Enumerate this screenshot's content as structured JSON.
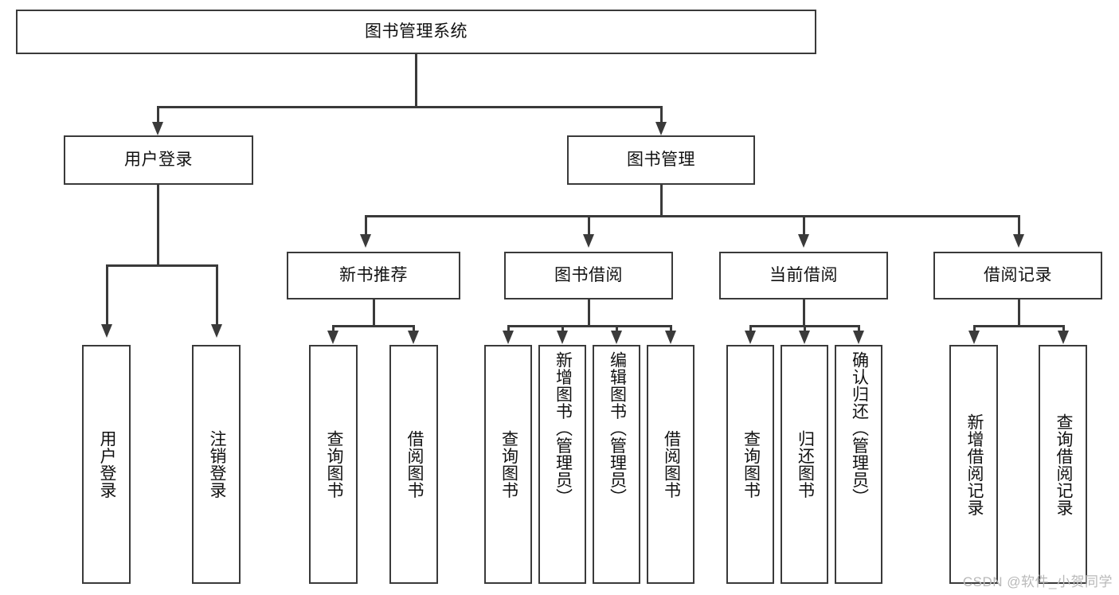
{
  "diagram": {
    "title": "图书管理系统",
    "root": {
      "label": "图书管理系统"
    },
    "level2": [
      {
        "label": "用户登录"
      },
      {
        "label": "图书管理"
      }
    ],
    "level3": [
      {
        "label": "新书推荐"
      },
      {
        "label": "图书借阅"
      },
      {
        "label": "当前借阅"
      },
      {
        "label": "借阅记录"
      }
    ],
    "leaves": {
      "user_login": [
        {
          "label": "用户登录"
        },
        {
          "label": "注销登录"
        }
      ],
      "new_book_recommend": [
        {
          "label": "查询图书"
        },
        {
          "label": "借阅图书"
        }
      ],
      "book_borrow": [
        {
          "label": "查询图书"
        },
        {
          "label": "新增图书（管理员）"
        },
        {
          "label": "编辑图书（管理员）"
        },
        {
          "label": "借阅图书"
        }
      ],
      "current_borrow": [
        {
          "label": "查询图书"
        },
        {
          "label": "归还图书"
        },
        {
          "label": "确认归还（管理员）"
        }
      ],
      "borrow_record": [
        {
          "label": "新增借阅记录"
        },
        {
          "label": "查询借阅记录"
        }
      ]
    }
  },
  "watermark": {
    "text": "CSDN @软件_小贺同学"
  },
  "colors": {
    "stroke": "#3a3a3a",
    "background": "#ffffff",
    "text": "#111111",
    "watermark": "#b9b9b9"
  }
}
